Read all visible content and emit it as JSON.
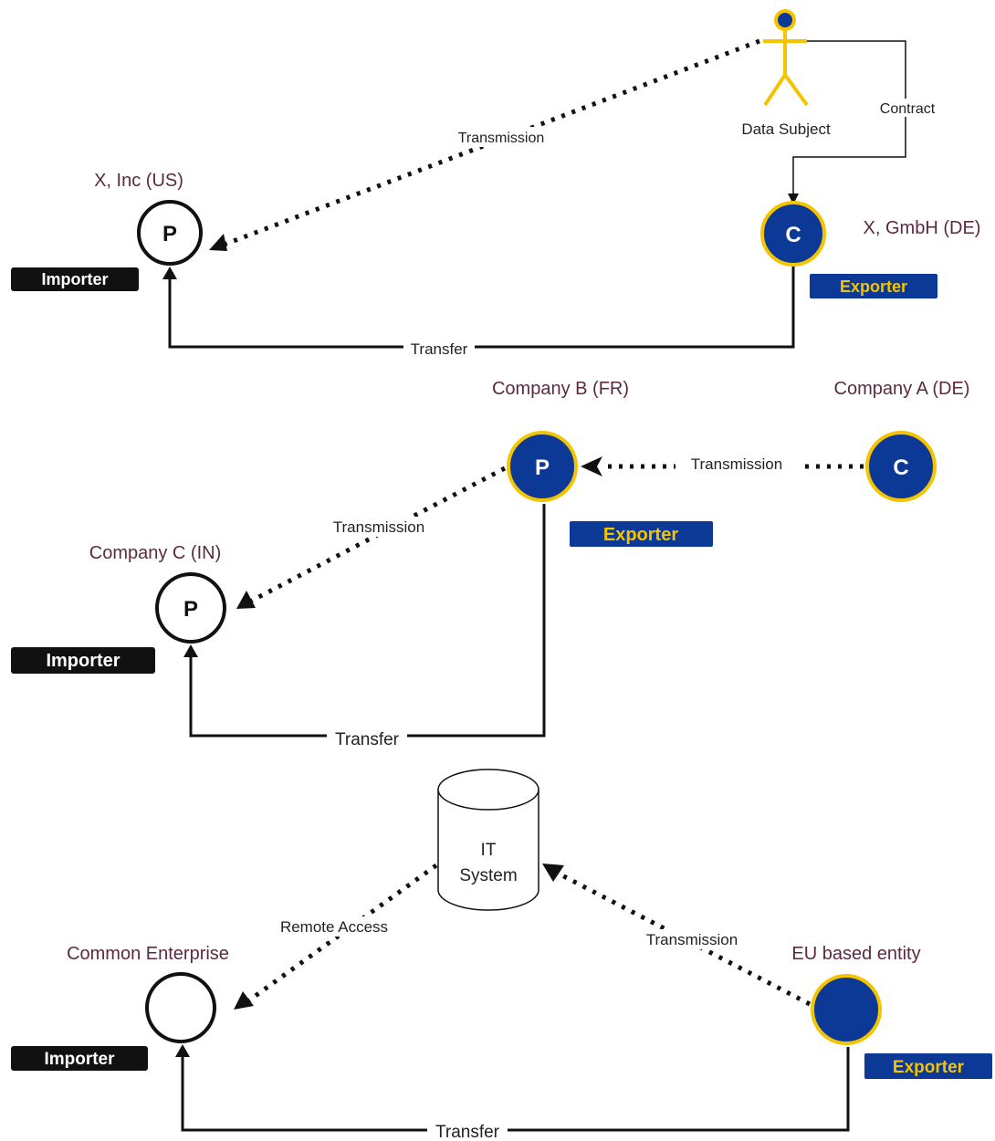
{
  "colors": {
    "navy": "#0c3896",
    "yellow": "#f5c400",
    "black": "#111111",
    "label_text": "#5b2a3e"
  },
  "icons": [
    "actor-icon",
    "database-icon"
  ],
  "scenario1": {
    "actor_label": "Data Subject",
    "contract_label": "Contract",
    "transmission_label": "Transmission",
    "transfer_label": "Transfer",
    "importer_entity": "X, Inc (US)",
    "importer_letter": "P",
    "importer_badge": "Importer",
    "exporter_entity": "X, GmbH (DE)",
    "exporter_letter": "C",
    "exporter_badge": "Exporter"
  },
  "scenario2": {
    "company_a": "Company A (DE)",
    "company_a_letter": "C",
    "company_b": "Company B (FR)",
    "company_b_letter": "P",
    "company_b_badge": "Exporter",
    "company_c": "Company C (IN)",
    "company_c_letter": "P",
    "company_c_badge": "Importer",
    "transmission_ab_label": "Transmission",
    "transmission_bc_label": "Transmission",
    "transfer_label": "Transfer"
  },
  "scenario3": {
    "it_system_line1": "IT",
    "it_system_line2": "System",
    "importer_entity": "Common Enterprise",
    "importer_badge": "Importer",
    "exporter_entity": "EU based entity",
    "exporter_badge": "Exporter",
    "remote_access_label": "Remote Access",
    "transmission_label": "Transmission",
    "transfer_label": "Transfer"
  }
}
